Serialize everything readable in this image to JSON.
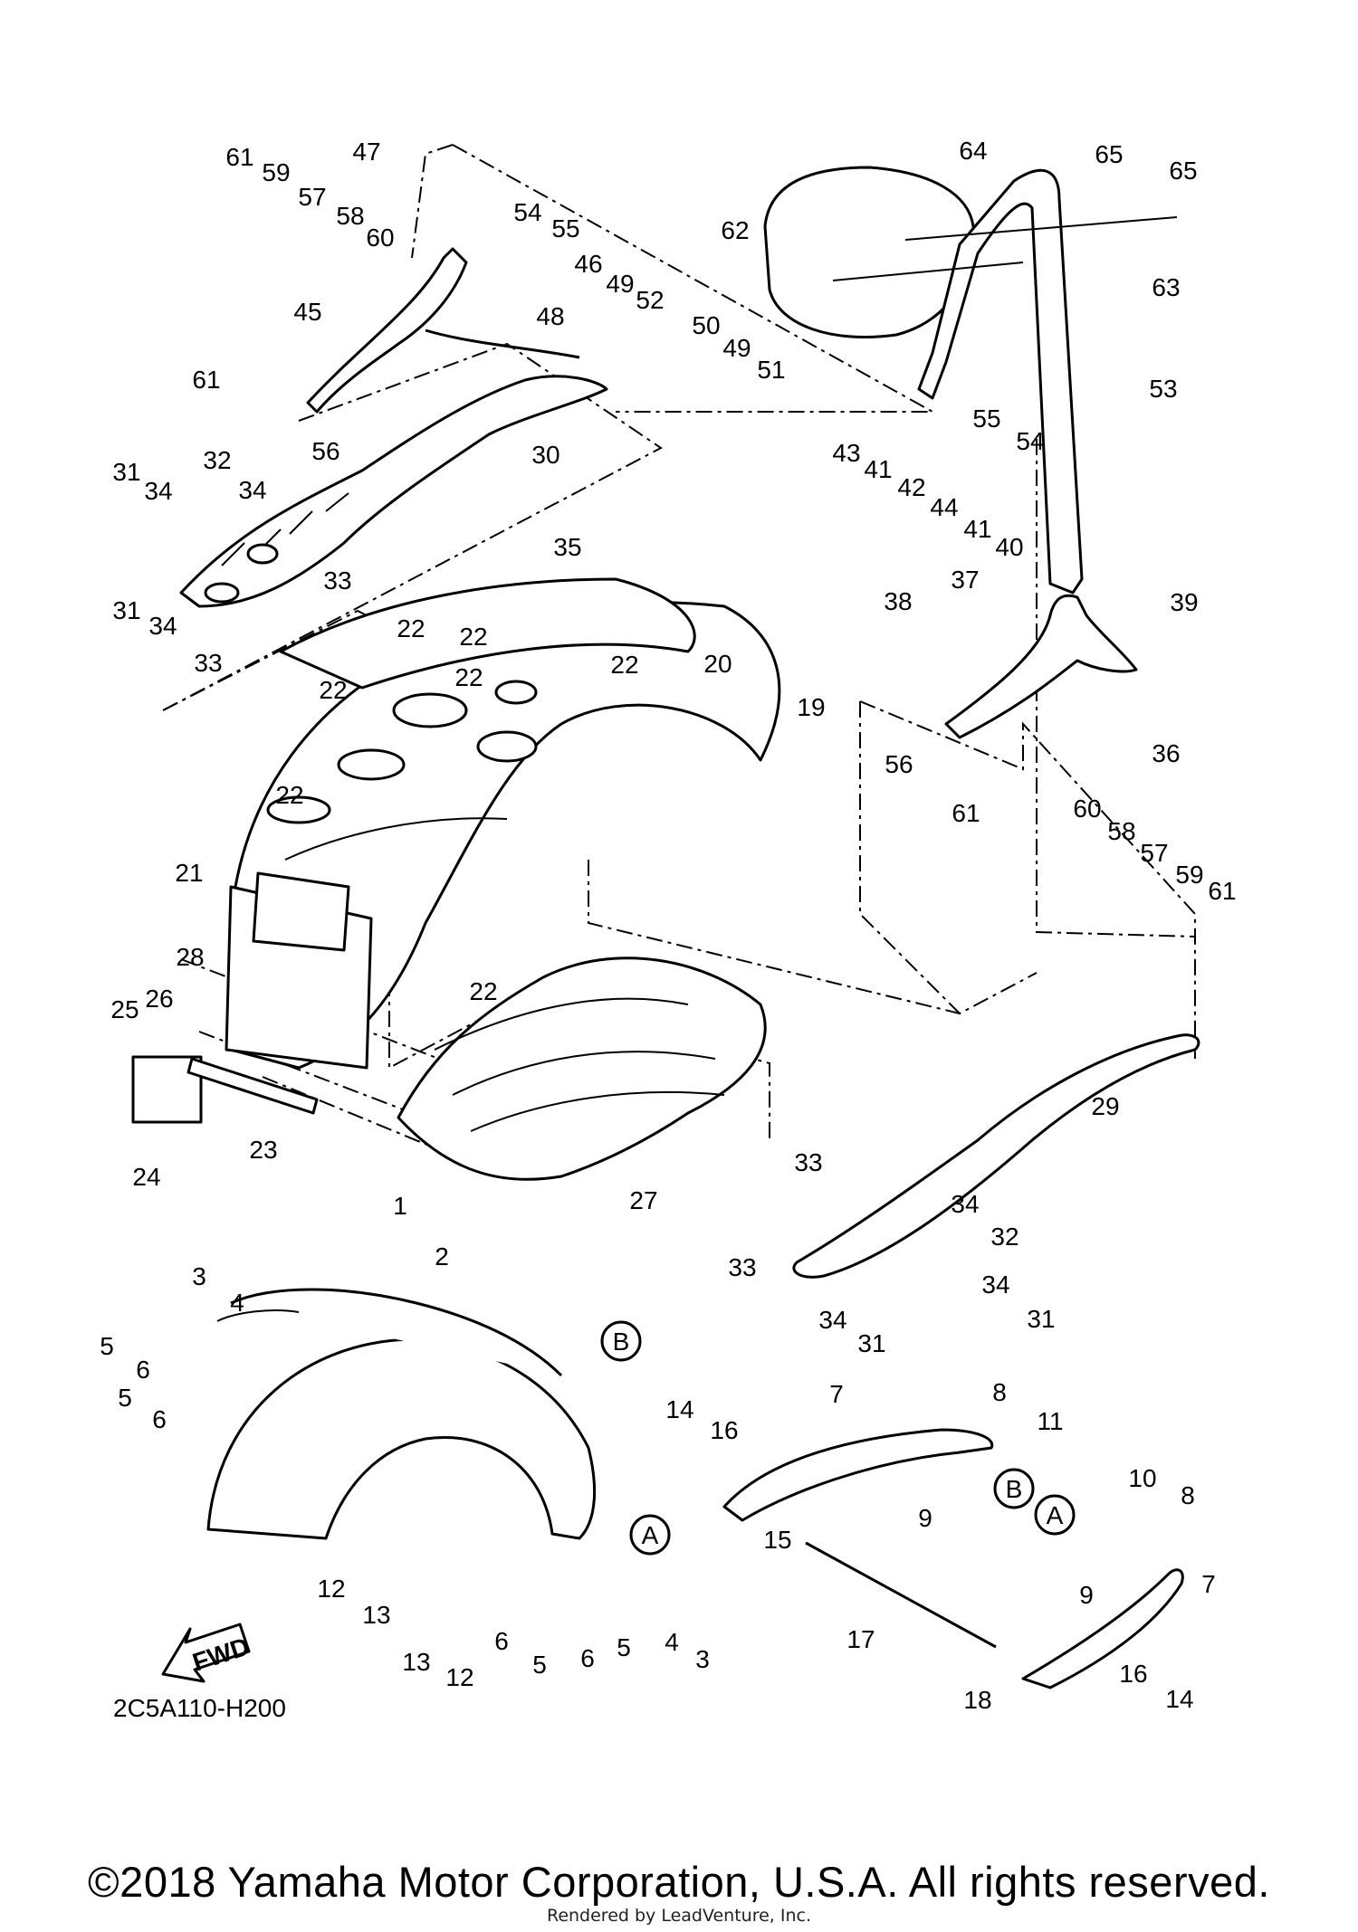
{
  "diagram": {
    "code": "2C5A110-H200",
    "fwd_label": "FWD",
    "ref_circles": [
      "B",
      "A",
      "B",
      "A"
    ],
    "callouts": [
      "61",
      "59",
      "57",
      "58",
      "60",
      "47",
      "54",
      "55",
      "46",
      "49",
      "52",
      "50",
      "49",
      "51",
      "48",
      "45",
      "61",
      "56",
      "30",
      "64",
      "62",
      "65",
      "65",
      "63",
      "53",
      "55",
      "54",
      "43",
      "41",
      "42",
      "44",
      "41",
      "40",
      "38",
      "37",
      "39",
      "36",
      "56",
      "61",
      "60",
      "58",
      "57",
      "59",
      "61",
      "31",
      "32",
      "34",
      "34",
      "31",
      "34",
      "33",
      "33",
      "35",
      "22",
      "22",
      "22",
      "22",
      "22",
      "22",
      "22",
      "20",
      "19",
      "21",
      "28",
      "25",
      "26",
      "24",
      "23",
      "27",
      "29",
      "33",
      "34",
      "32",
      "33",
      "34",
      "31",
      "34",
      "31",
      "1",
      "2",
      "3",
      "4",
      "5",
      "6",
      "5",
      "6",
      "7",
      "8",
      "11",
      "14",
      "16",
      "9",
      "15",
      "10",
      "8",
      "9",
      "7",
      "12",
      "13",
      "13",
      "12",
      "6",
      "5",
      "6",
      "5",
      "4",
      "3",
      "17",
      "18",
      "16",
      "14"
    ]
  },
  "footer": {
    "copyright": "©2018 Yamaha Motor Corporation, U.S.A. All rights reserved.",
    "rendered_by": "Rendered by LeadVenture, Inc."
  }
}
